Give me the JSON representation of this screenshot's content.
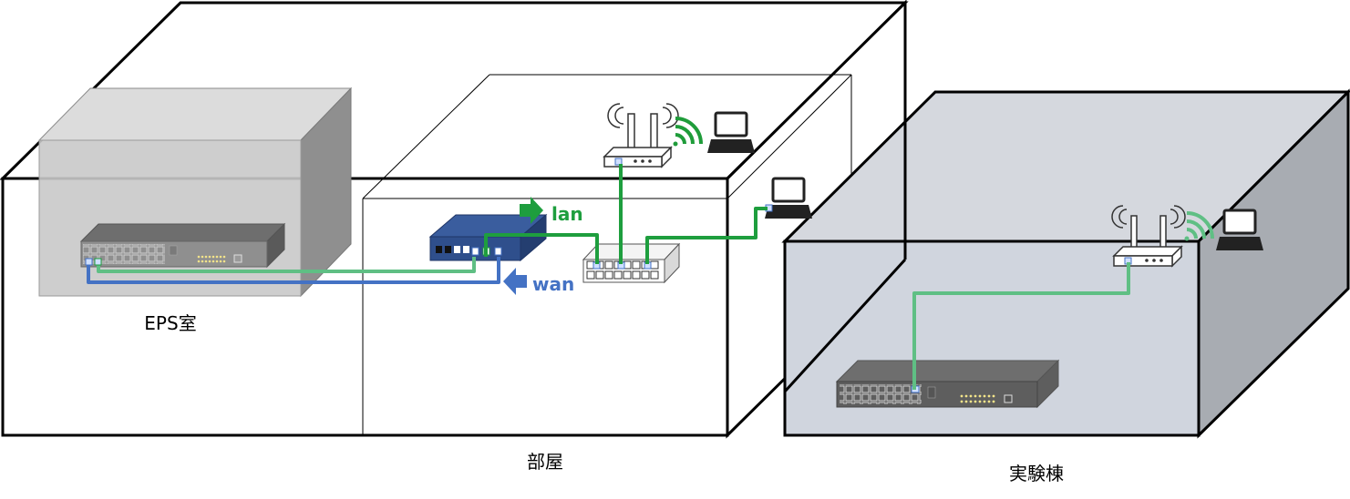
{
  "labels": {
    "eps_room": "EPS室",
    "room": "部屋",
    "lab_building": "実験棟",
    "lan": "lan",
    "wan": "wan"
  },
  "colors": {
    "lan": "#1e9e3e",
    "lan_light": "#5fbf84",
    "wan": "#4472c4",
    "router_body": "#2f4f8c",
    "lab_fill": "#d0d5de",
    "lab_side": "#a8acb2",
    "eps_fill": "#c9c9c9",
    "eps_side": "#8f8f8f",
    "switch_dark": "#5e5e5e",
    "wifi": "#1f9c3a"
  },
  "icons": [
    "wifi-router-icon",
    "laptop-icon",
    "wifi-waves-icon",
    "network-switch-icon",
    "router-icon",
    "arrow-right-icon",
    "arrow-left-icon"
  ]
}
